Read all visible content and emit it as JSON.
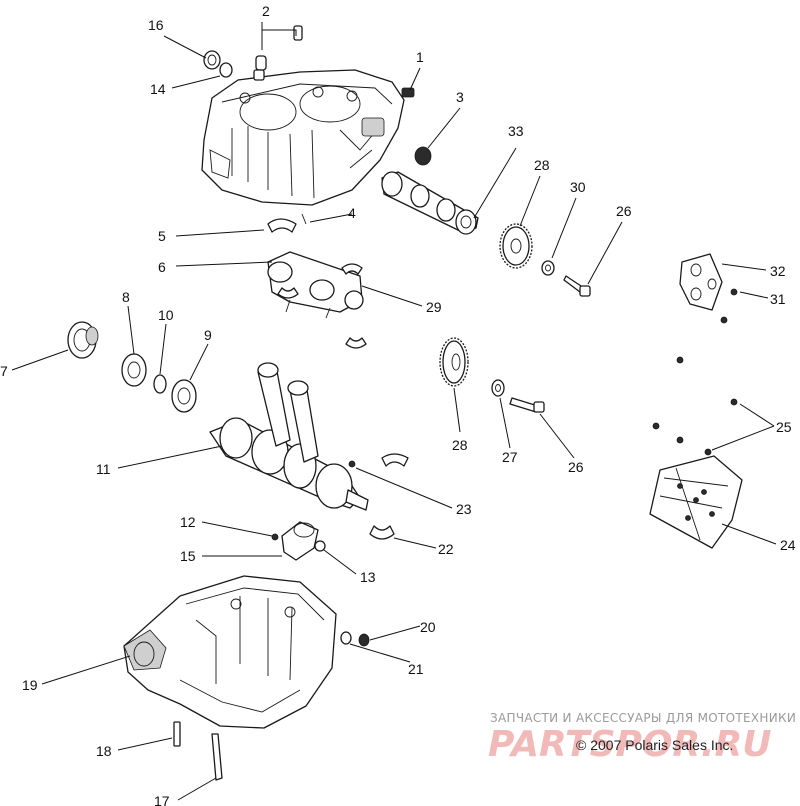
{
  "callouts": [
    {
      "id": "c16",
      "label": "16"
    },
    {
      "id": "c2",
      "label": "2"
    },
    {
      "id": "c14",
      "label": "14"
    },
    {
      "id": "c1",
      "label": "1"
    },
    {
      "id": "c3",
      "label": "3"
    },
    {
      "id": "c33",
      "label": "33"
    },
    {
      "id": "c28a",
      "label": "28"
    },
    {
      "id": "c30",
      "label": "30"
    },
    {
      "id": "c26a",
      "label": "26"
    },
    {
      "id": "c4",
      "label": "4"
    },
    {
      "id": "c5",
      "label": "5"
    },
    {
      "id": "c6",
      "label": "6"
    },
    {
      "id": "c29",
      "label": "29"
    },
    {
      "id": "c32",
      "label": "32"
    },
    {
      "id": "c31",
      "label": "31"
    },
    {
      "id": "c8",
      "label": "8"
    },
    {
      "id": "c10",
      "label": "10"
    },
    {
      "id": "c9",
      "label": "9"
    },
    {
      "id": "c7",
      "label": "7"
    },
    {
      "id": "c11",
      "label": "11"
    },
    {
      "id": "c28b",
      "label": "28"
    },
    {
      "id": "c27",
      "label": "27"
    },
    {
      "id": "c26b",
      "label": "26"
    },
    {
      "id": "c25",
      "label": "25"
    },
    {
      "id": "c23",
      "label": "23"
    },
    {
      "id": "c24",
      "label": "24"
    },
    {
      "id": "c12",
      "label": "12"
    },
    {
      "id": "c15",
      "label": "15"
    },
    {
      "id": "c13",
      "label": "13"
    },
    {
      "id": "c22",
      "label": "22"
    },
    {
      "id": "c20",
      "label": "20"
    },
    {
      "id": "c21",
      "label": "21"
    },
    {
      "id": "c19",
      "label": "19"
    },
    {
      "id": "c18",
      "label": "18"
    },
    {
      "id": "c17",
      "label": "17"
    }
  ],
  "watermark": {
    "tagline": "ЗАПЧАСТИ И АКСЕССУАРЫ ДЛЯ МОТОТЕХНИКИ",
    "logo": "PARTSPOR.RU"
  },
  "copyright": "© 2007 Polaris Sales Inc."
}
